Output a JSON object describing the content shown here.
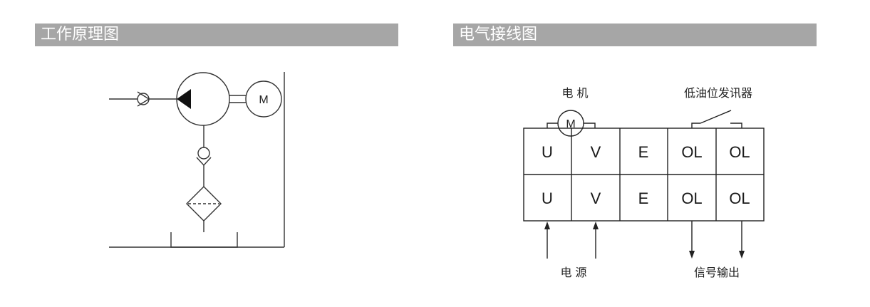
{
  "left_panel": {
    "title": "工作原理图",
    "motor_label": "M"
  },
  "right_panel": {
    "title": "电气接线图",
    "motor_label": "M",
    "label_motor": "电 机",
    "label_low_oil": "低油位发讯器",
    "label_power": "电  源",
    "label_signal": "信号输出",
    "terminals_row1": [
      "U",
      "V",
      "E",
      "OL",
      "OL"
    ],
    "terminals_row2": [
      "U",
      "V",
      "E",
      "OL",
      "OL"
    ]
  }
}
